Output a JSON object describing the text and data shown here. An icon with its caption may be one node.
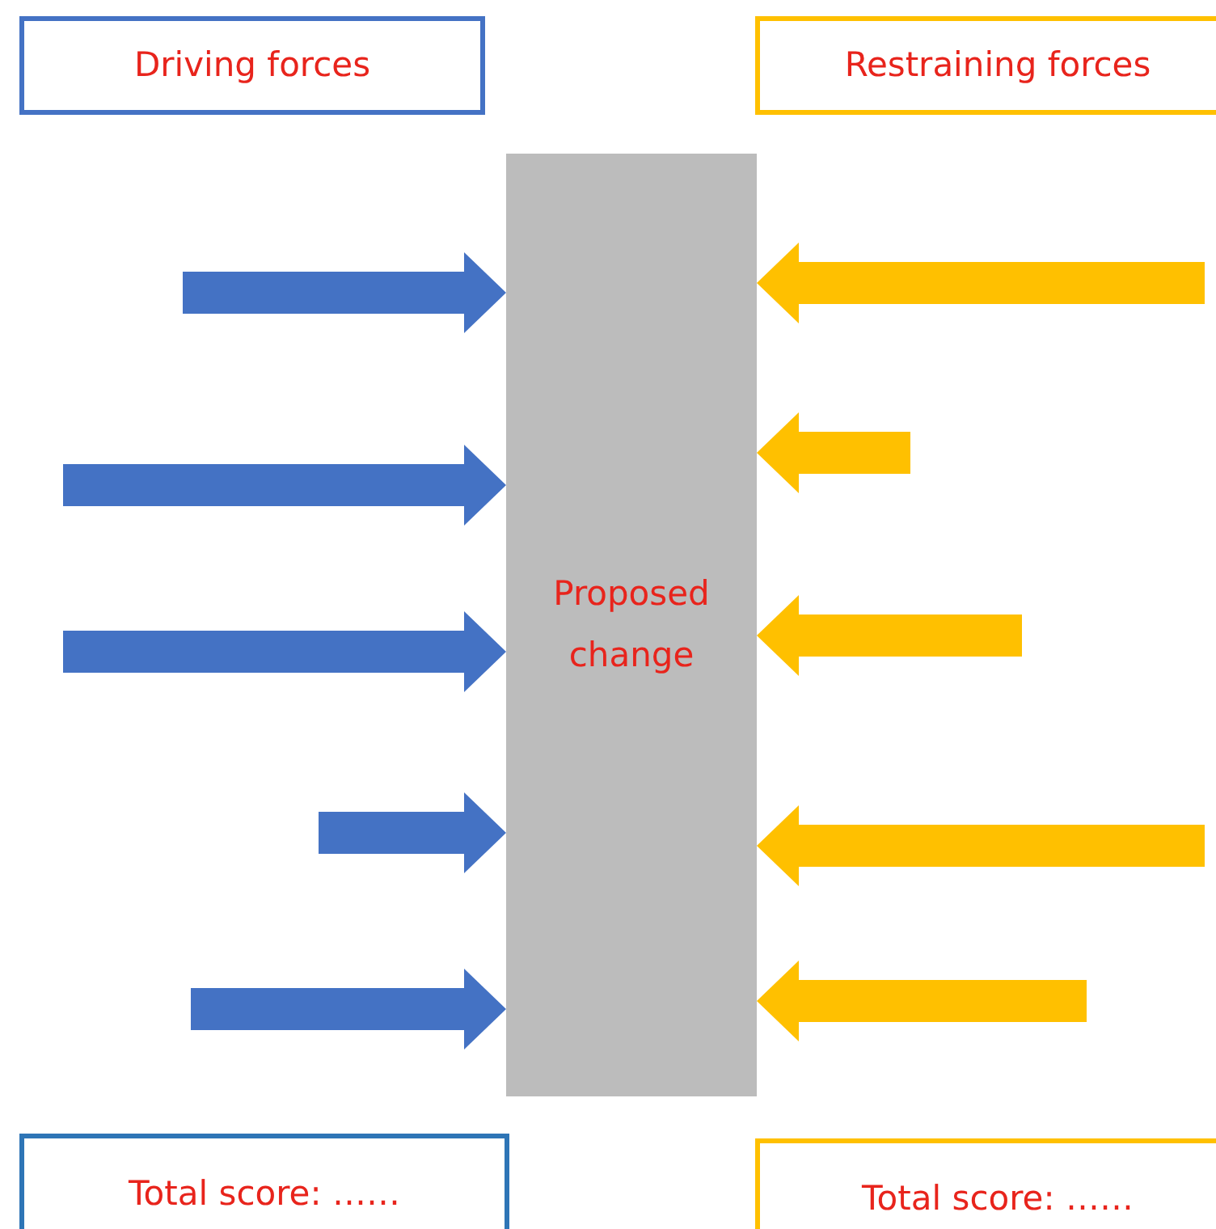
{
  "diagram": {
    "nodes": [
      {
        "text": [
          "Driving forces"
        ]
      },
      {
        "text": [
          "Restraining forces"
        ]
      },
      {
        "text": [
          "Proposed change"
        ]
      },
      {
        "text": [
          "Total score: ……"
        ]
      },
      {
        "text": [
          "Total score: ……"
        ]
      }
    ],
    "edges": [
      {
        "from": null,
        "to": 2,
        "arrow": "to",
        "color": "#4472c4"
      },
      {
        "from": null,
        "to": 2,
        "arrow": "to",
        "color": "#4472c4"
      },
      {
        "from": null,
        "to": 2,
        "arrow": "to",
        "color": "#4472c4"
      },
      {
        "from": null,
        "to": 2,
        "arrow": "to",
        "color": "#4472c4"
      },
      {
        "from": null,
        "to": 2,
        "arrow": "to",
        "color": "#4472c4"
      },
      {
        "from": null,
        "to": 2,
        "arrow": "to",
        "color": "#ffc000"
      },
      {
        "from": null,
        "to": 2,
        "arrow": "to",
        "color": "#ffc000"
      },
      {
        "from": null,
        "to": 2,
        "arrow": "to",
        "color": "#ffc000"
      },
      {
        "from": null,
        "to": 2,
        "arrow": "to",
        "color": "#ffc000"
      },
      {
        "from": null,
        "to": 2,
        "arrow": "to",
        "color": "#ffc000"
      }
    ]
  }
}
